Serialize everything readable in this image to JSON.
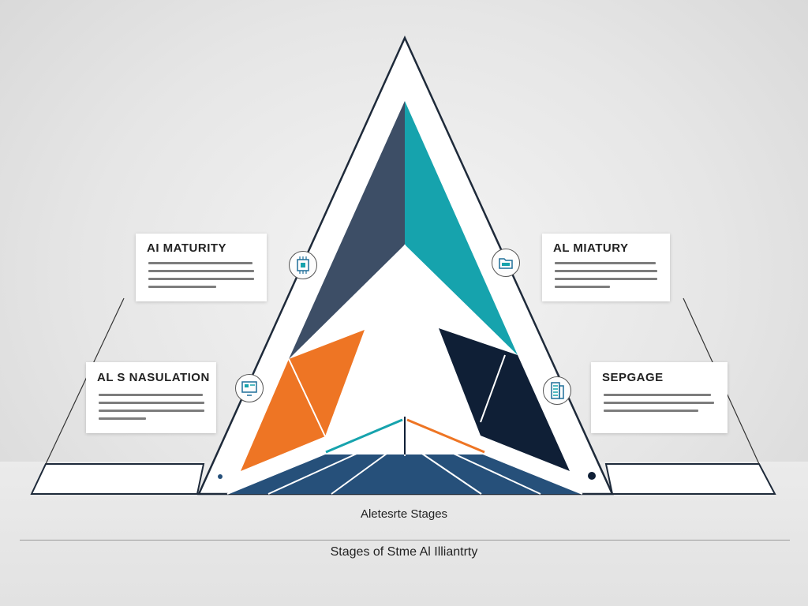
{
  "cards": {
    "top_left": {
      "title": "AI MATURITY"
    },
    "top_right": {
      "title": "AL MIATURY"
    },
    "mid_left": {
      "title": "AL S NASULATION"
    },
    "mid_right": {
      "title": "SEPGAGE"
    }
  },
  "icons": {
    "top_left": "chip-icon",
    "top_right": "folder-icon",
    "mid_left": "monitor-icon",
    "mid_right": "server-icon"
  },
  "captions": {
    "subtitle": "Aletesrte Stages",
    "title": "Stages of Stme Al Illiantrty"
  },
  "colors": {
    "slate": "#3d4e66",
    "teal": "#16a3ad",
    "orange": "#ee7524",
    "navy": "#0f1f36",
    "base_blue": "#26507a"
  }
}
